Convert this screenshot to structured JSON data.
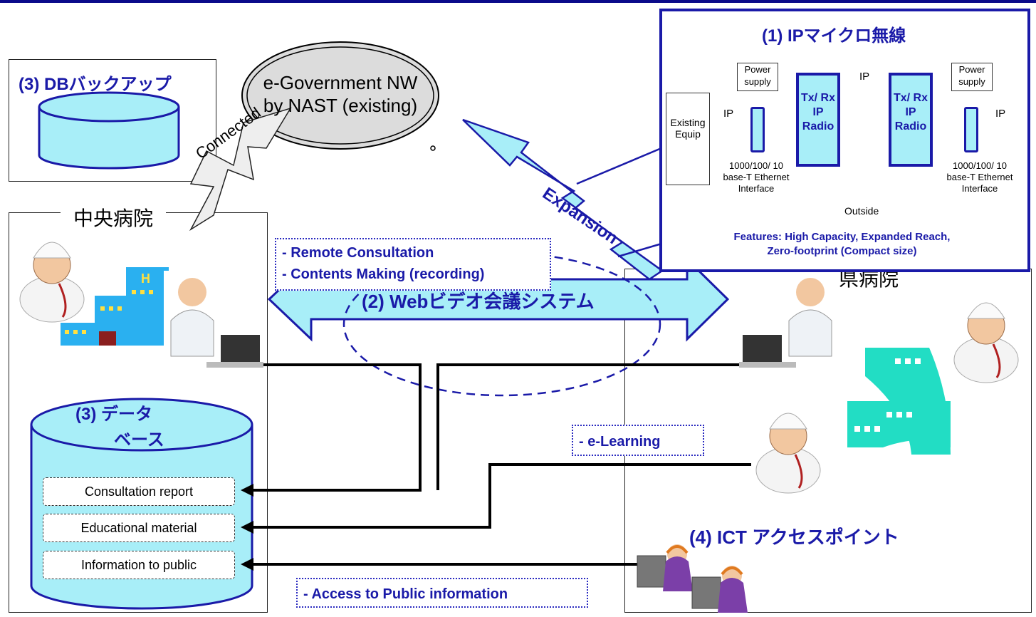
{
  "colors": {
    "accent": "#1a1aa8",
    "cyan": "#a8eef8",
    "teal": "#22ddc4"
  },
  "cloud": {
    "line1": "e-Government NW",
    "line2": "by NAST (existing)"
  },
  "db_backup": {
    "title": "(3)  DBバックアップ"
  },
  "connected_label": "Connected",
  "expansion_label": "Expansion",
  "central_hospital": {
    "label": "中央病院"
  },
  "prefectural_hospital": {
    "label": "県病院"
  },
  "ip_micro": {
    "title": "(1) IPマイクロ無線",
    "existing_equip": "Existing Equip",
    "ip_label": "IP",
    "power_supply": "Power supply",
    "radio_label": "Tx/ Rx IP Radio",
    "interface_label": "1000/100/ 10 base-T Ethernet Interface",
    "outside_label": "Outside",
    "features_line1": "Features:  High Capacity, Expanded Reach,",
    "features_line2": "Zero-footprint (Compact size)"
  },
  "remote_box": {
    "line1": "- Remote Consultation",
    "line2": "- Contents Making (recording)"
  },
  "web_video": {
    "label": "(2) Webビデオ会議システム"
  },
  "database": {
    "title_line1": "(3)  データ",
    "title_line2": "ベース"
  },
  "records": [
    "Consultation report",
    "Educational material",
    "Information to public"
  ],
  "elearning_label": "- e-Learning",
  "public_info_label": "- Access to Public information",
  "ict": {
    "label": "(4)  ICT アクセスポイント"
  },
  "icons": [
    "doctor-icon",
    "hospital-building-icon",
    "doctor-at-computer-icon",
    "call-center-operator-icon",
    "database-cylinder-icon"
  ]
}
